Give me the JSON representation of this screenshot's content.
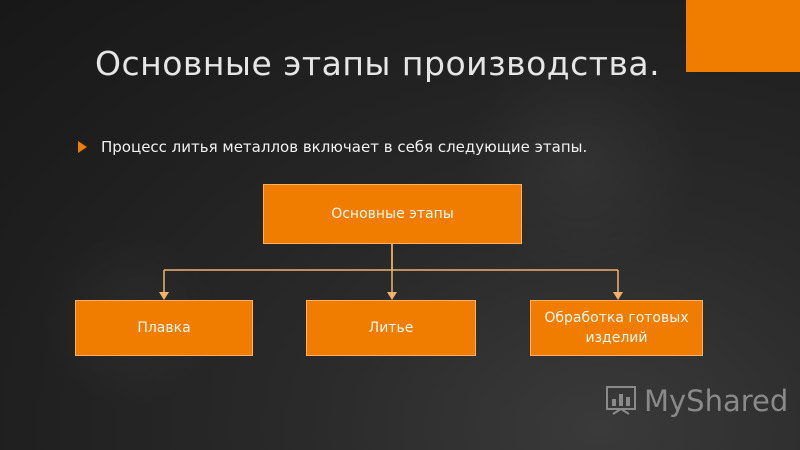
{
  "slide": {
    "title": "Основные этапы производства.",
    "bullet": "Процесс литья металлов включает в себя следующие этапы."
  },
  "diagram": {
    "root": "Основные этапы",
    "children": [
      "Плавка",
      "Литье",
      "Обработка готовых изделий"
    ]
  },
  "watermark": {
    "text": "MyShared",
    "icon": "presentation-chart-icon"
  },
  "colors": {
    "accent": "#f07d00",
    "background": "#1e1e1e",
    "text": "#eaeaea"
  }
}
